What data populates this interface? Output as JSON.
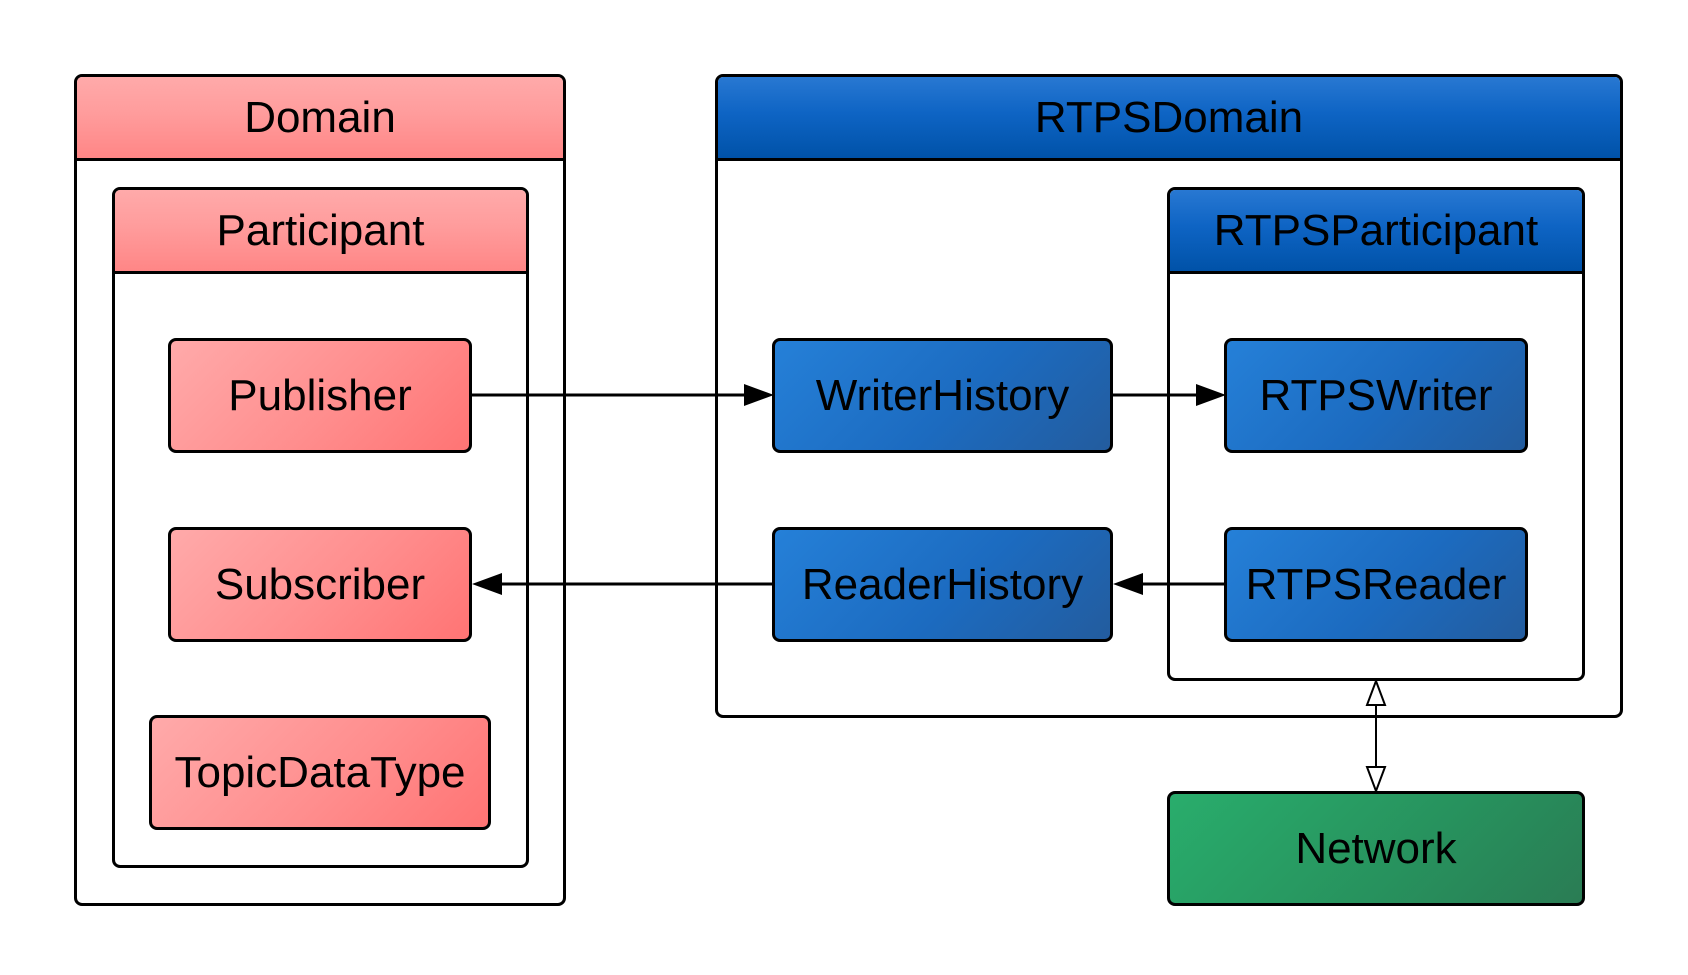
{
  "domain": {
    "title": "Domain"
  },
  "participant": {
    "title": "Participant"
  },
  "publisher": {
    "label": "Publisher"
  },
  "subscriber": {
    "label": "Subscriber"
  },
  "topic_data_type": {
    "label": "TopicDataType"
  },
  "rtps_domain": {
    "title": "RTPSDomain"
  },
  "rtps_participant": {
    "title": "RTPSParticipant"
  },
  "writer_history": {
    "label": "WriterHistory"
  },
  "reader_history": {
    "label": "ReaderHistory"
  },
  "rtps_writer": {
    "label": "RTPSWriter"
  },
  "rtps_reader": {
    "label": "RTPSReader"
  },
  "network": {
    "label": "Network"
  },
  "colors": {
    "dds_layer": "#ff8e8e",
    "rtps_layer": "#1c6bc0",
    "network": "#27915d"
  }
}
